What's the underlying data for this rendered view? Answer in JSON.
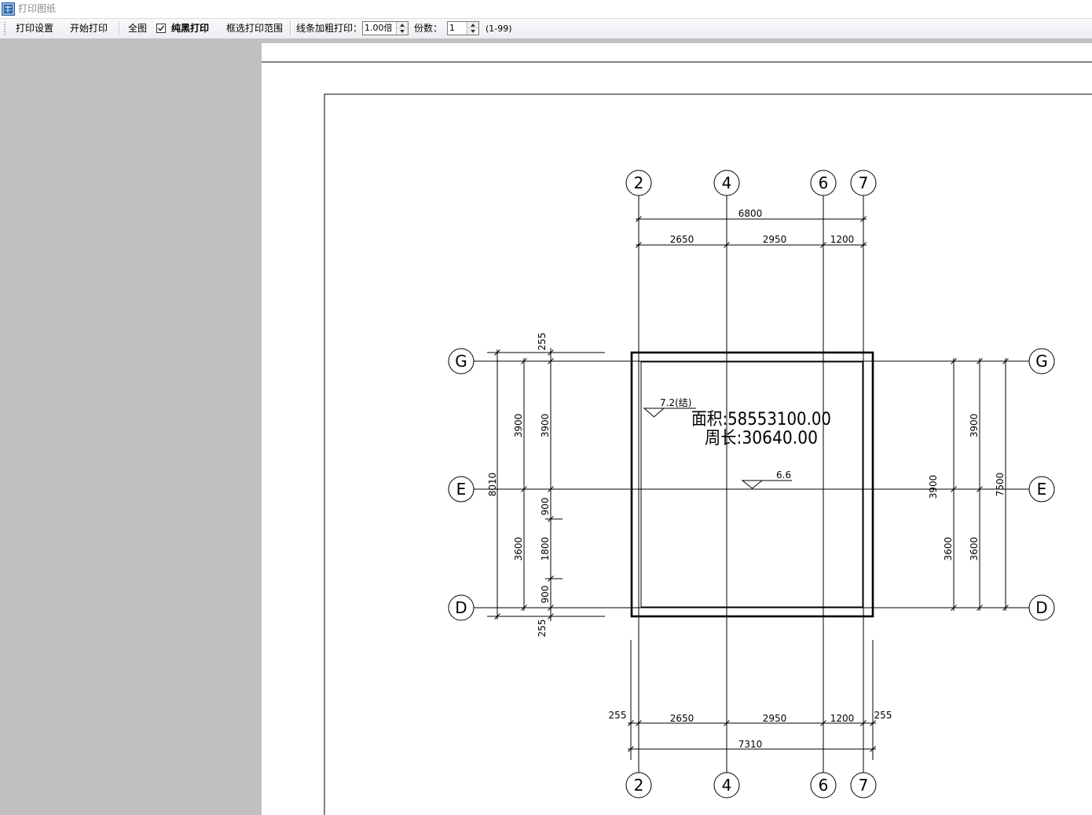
{
  "window": {
    "title": "打印图纸",
    "icon": "app-icon"
  },
  "toolbar": {
    "print_settings_label": "打印设置",
    "start_print_label": "开始打印",
    "full_view_label": "全图",
    "pure_black_label": "纯黑打印",
    "pure_black_checked": true,
    "select_range_label": "框选打印范围",
    "line_bold_label": "线条加粗打印：",
    "line_bold_value": "1.00倍",
    "copies_label": "份数：",
    "copies_value": "1",
    "copies_range": "(1-99)",
    "icons": [
      "grip-icon",
      "checkbox-check-icon",
      "spin-up-icon",
      "spin-down-icon"
    ]
  },
  "drawing": {
    "axes_vertical": [
      "2",
      "4",
      "6",
      "7"
    ],
    "axes_horizontal": [
      "G",
      "E",
      "D"
    ],
    "area_text": "面积:58553100.00",
    "perimeter_text": "周长:30640.00",
    "levels": [
      "7.2(结)",
      "6.6"
    ],
    "dims_top": {
      "total": "6800",
      "segments": [
        "2650",
        "2950",
        "1200"
      ]
    },
    "dims_bottom": {
      "total": "7310",
      "segments": [
        "255",
        "2650",
        "2950",
        "1200",
        "255"
      ]
    },
    "dims_left": {
      "total": "8010",
      "axis": [
        "3900",
        "3600"
      ],
      "detail": [
        "255",
        "3900",
        "900",
        "1800",
        "900",
        "255"
      ]
    },
    "dims_right": {
      "first": [
        "3900",
        "3600"
      ],
      "second": [
        "3900",
        "3600"
      ],
      "total": "7500"
    }
  },
  "colors": {
    "canvas_bg": "#c0c0c0",
    "page_bg": "#ffffff",
    "title_color": "#8c8c8c",
    "drawing_stroke": "#000000"
  }
}
